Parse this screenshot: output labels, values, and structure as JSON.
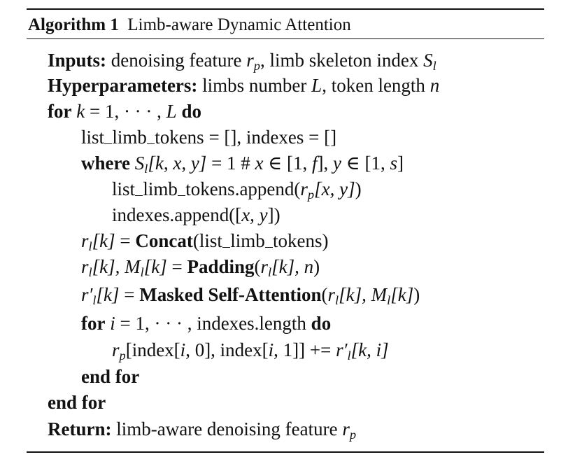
{
  "algorithm": {
    "label": "Algorithm 1",
    "title": "Limb-aware Dynamic Attention"
  },
  "lines": {
    "l1": {
      "kw": "Inputs:",
      "text": " denoising feature ",
      "var": "r",
      "sub": "p",
      "text2": ", limb skeleton index ",
      "var2": "S",
      "sub2": "l"
    },
    "l2": {
      "kw": "Hyperparameters:",
      "text": " limbs number ",
      "var": "L",
      "text2": ", token length ",
      "var2": "n"
    },
    "l3": {
      "kw": "for",
      "expr_a": " k",
      "expr_b": " = 1, · · · , ",
      "expr_c": "L",
      "kw2": " do"
    },
    "l4": {
      "w1": "list",
      "w2": "limb",
      "w3": "tokens",
      "rest": " = [], indexes = []"
    },
    "l5": {
      "kw": "where",
      "s": " S",
      "sub": "l",
      "args": "[k, x, y]",
      "eq": " = 1 # ",
      "x": "x",
      "in1": " ∈ [1, ",
      "f": "f",
      "mid": "], ",
      "y": "y",
      "in2": " ∈ [1, ",
      "s2": "s",
      "end": "]"
    },
    "l6": {
      "w1": "list",
      "w2": "limb",
      "w3": "tokens",
      "app": ".append(",
      "r": "r",
      "sub": "p",
      "args": "[x, y]",
      "close": ")"
    },
    "l7": {
      "pre": "indexes.append([",
      "args": "x, y",
      "close": "])"
    },
    "l8": {
      "r": "r",
      "sub": "l",
      "k": "[k]",
      "eq": " = ",
      "kw": "Concat",
      "open": "(",
      "w1": "list",
      "w2": "limb",
      "w3": "tokens",
      "close": ")"
    },
    "l9": {
      "r": "r",
      "sub": "l",
      "k": "[k], ",
      "m": "M",
      "sub2": "l",
      "k2": "[k]",
      "eq": " = ",
      "kw": "Padding",
      "open": "(",
      "r2": "r",
      "sub3": "l",
      "args": "[k], n",
      "close": ")"
    },
    "l10": {
      "r": "r′",
      "sub": "l",
      "k": "[k]",
      "eq": " = ",
      "kw": "Masked Self-Attention",
      "open": "(",
      "r2": "r",
      "sub2": "l",
      "k2": "[k], ",
      "m": "M",
      "sub3": "l",
      "k3": "[k]",
      "close": ")"
    },
    "l11": {
      "kw": "for",
      "i": " i",
      "expr": " = 1, · · · , indexes.length",
      "kw2": " do"
    },
    "l12": {
      "r": "r",
      "sub": "p",
      "idx": "[index[",
      "i": "i",
      "mid": ", 0], index[",
      "i2": "i",
      "end": ", 1]] += ",
      "r2": "r′",
      "sub2": "l",
      "args": "[k, i]"
    },
    "l13": {
      "kw": "end for"
    },
    "l14": {
      "kw": "end for"
    },
    "l15": {
      "kw": "Return:",
      "text": "  limb-aware denoising feature ",
      "r": "r",
      "sub": "p"
    }
  }
}
